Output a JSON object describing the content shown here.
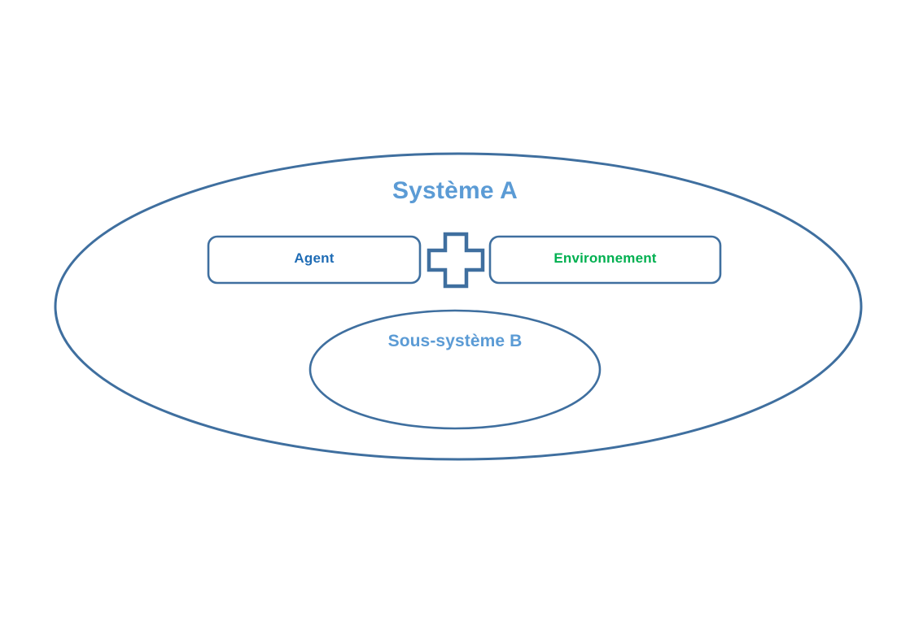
{
  "diagram": {
    "type": "nested-system-diagram",
    "background_color": "#ffffff",
    "outer_system": {
      "shape": "ellipse",
      "label": "Système A",
      "label_color": "#5b9bd5",
      "stroke_color": "#3f6f9f",
      "fill_color": "#ffffff"
    },
    "sub_system": {
      "shape": "ellipse",
      "label": "Sous-système B",
      "label_color": "#5b9bd5",
      "stroke_color": "#3f6f9f",
      "fill_color": "#ffffff"
    },
    "components": [
      {
        "name": "agent",
        "shape": "rounded-rectangle",
        "label": "Agent",
        "label_color": "#1f6cb5",
        "stroke_color": "#3f6f9f",
        "fill_color": "#ffffff"
      },
      {
        "name": "environment",
        "shape": "rounded-rectangle",
        "label": "Environnement",
        "label_color": "#00b050",
        "stroke_color": "#3f6f9f",
        "fill_color": "#ffffff"
      }
    ],
    "connector": {
      "name": "plus-operator",
      "glyph": "plus-icon",
      "stroke_color": "#3f6f9f",
      "fill_color": "#ffffff"
    }
  }
}
